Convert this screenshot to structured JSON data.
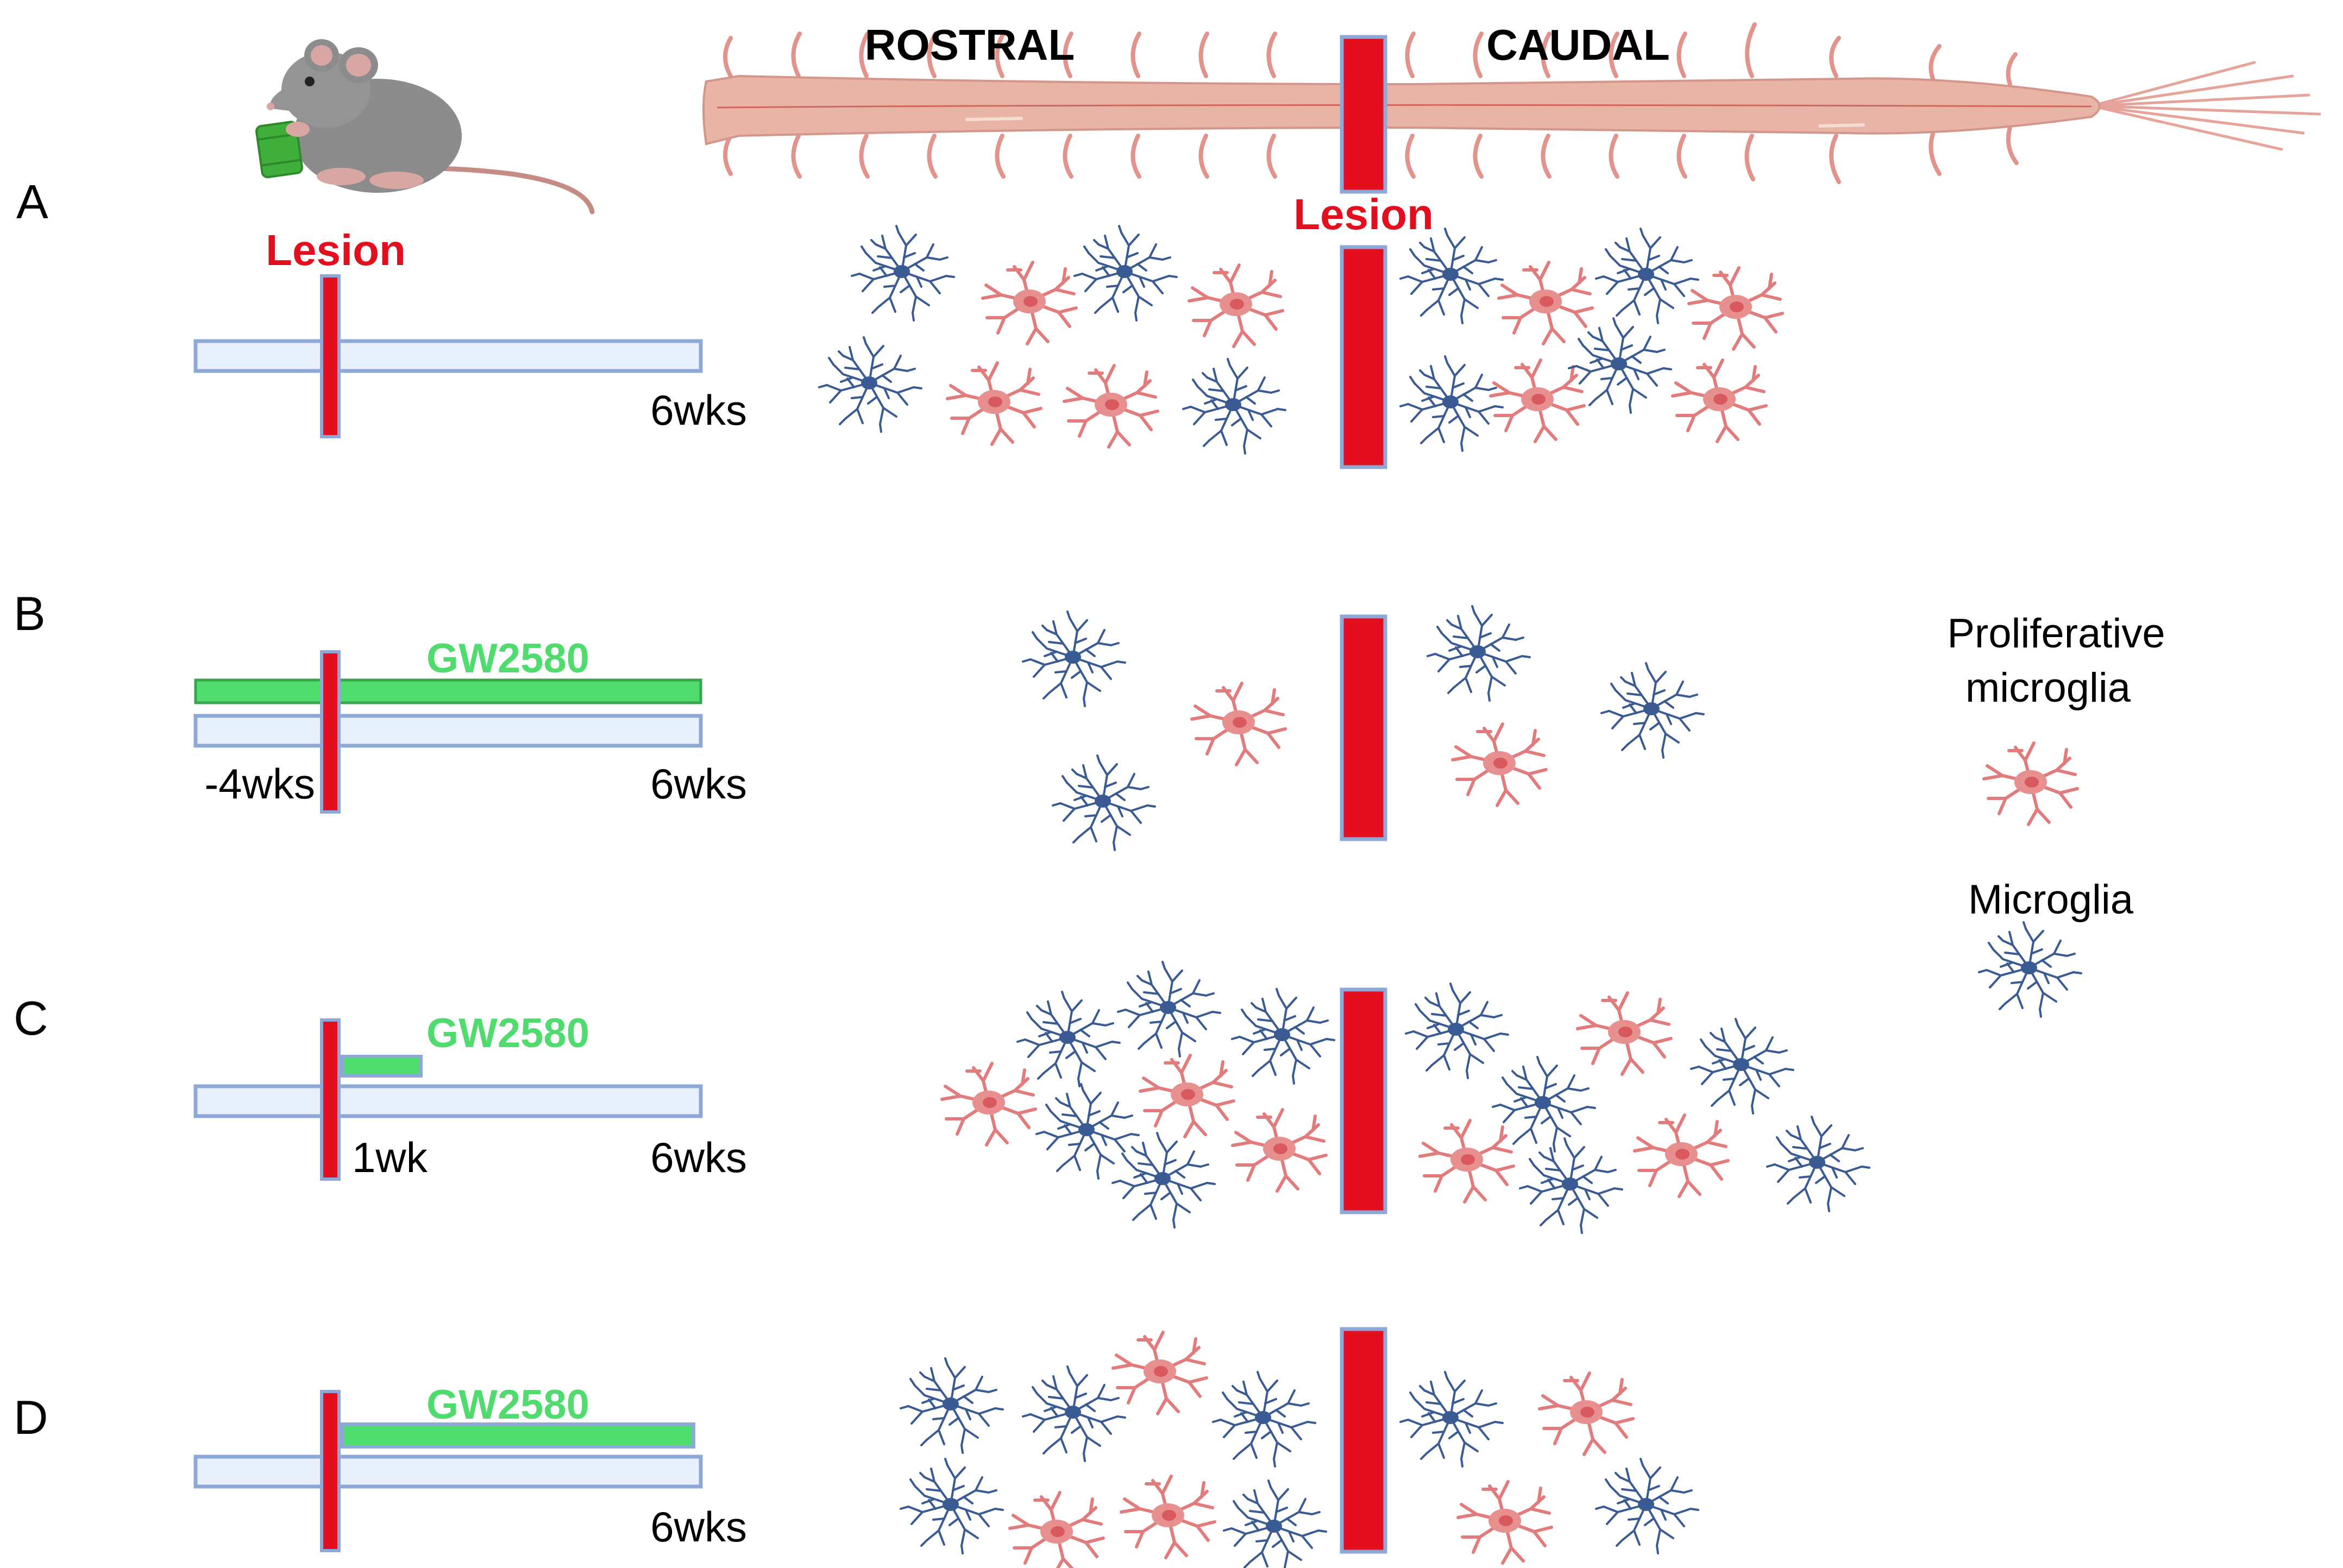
{
  "colors": {
    "lesion": "#e30f1f",
    "drug": "#4fdb6e",
    "timeline_fill": "#e8f1fb",
    "timeline_stroke": "#8ea8d8",
    "microglia": "#2f4f8a",
    "proliferative": "#e2797a",
    "cord": "#e8b4a6"
  },
  "icons": {
    "mouse": "mouse-drinking-icon",
    "spinal_cord": "spinal-cord-icon",
    "microglia": "microglia-cell-icon",
    "proliferative": "proliferative-microglia-cell-icon"
  },
  "header": {
    "rostral": "ROSTRAL",
    "caudal": "CAUDAL",
    "lesion": "Lesion"
  },
  "legend": {
    "proliferative_line1": "Proliferative",
    "proliferative_line2": "microglia",
    "microglia": "Microglia"
  },
  "panels": [
    {
      "label": "A",
      "lesion_label": "Lesion",
      "drug_label": "",
      "start_label": "",
      "end_label": "6wks"
    },
    {
      "label": "B",
      "lesion_label": "",
      "drug_label": "GW2580",
      "start_label": "-4wks",
      "end_label": "6wks"
    },
    {
      "label": "C",
      "lesion_label": "",
      "drug_label": "GW2580",
      "start_label": "1wk",
      "end_label": "6wks"
    },
    {
      "label": "D",
      "lesion_label": "",
      "drug_label": "GW2580",
      "start_label": "",
      "end_label": "6wks"
    }
  ]
}
